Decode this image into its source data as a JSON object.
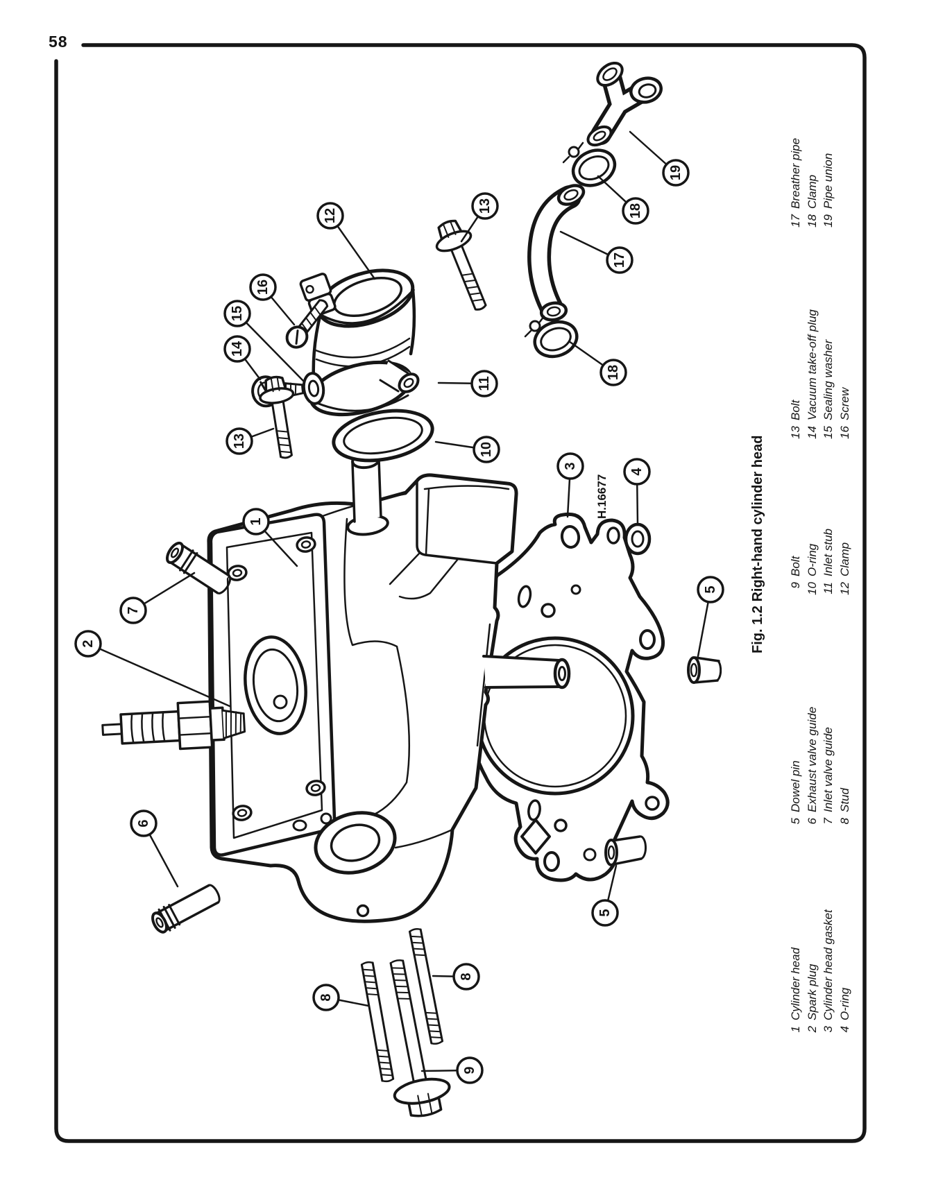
{
  "page": {
    "number": "58"
  },
  "figure": {
    "title": "Fig. 1.2 Right-hand cylinder head",
    "drawing_code": "H.16677",
    "ink_color": "#161616",
    "paper_color": "#ffffff"
  },
  "legend": {
    "groups": [
      {
        "items": [
          {
            "num": "1",
            "name": "Cylinder head"
          },
          {
            "num": "2",
            "name": "Spark plug"
          },
          {
            "num": "3",
            "name": "Cylinder head gasket"
          },
          {
            "num": "4",
            "name": "O-ring"
          }
        ]
      },
      {
        "items": [
          {
            "num": "5",
            "name": "Dowel pin"
          },
          {
            "num": "6",
            "name": "Exhaust valve guide"
          },
          {
            "num": "7",
            "name": "Inlet valve guide"
          },
          {
            "num": "8",
            "name": "Stud"
          }
        ]
      },
      {
        "items": [
          {
            "num": "9",
            "name": "Bolt"
          },
          {
            "num": "10",
            "name": "O-ring"
          },
          {
            "num": "11",
            "name": "Inlet stub"
          },
          {
            "num": "12",
            "name": "Clamp"
          }
        ]
      },
      {
        "items": [
          {
            "num": "13",
            "name": "Bolt"
          },
          {
            "num": "14",
            "name": "Vacuum take-off plug"
          },
          {
            "num": "15",
            "name": "Sealing washer"
          },
          {
            "num": "16",
            "name": "Screw"
          }
        ]
      },
      {
        "items": [
          {
            "num": "17",
            "name": "Breather pipe"
          },
          {
            "num": "18",
            "name": "Clamp"
          },
          {
            "num": "19",
            "name": "Pipe union"
          }
        ]
      }
    ]
  },
  "balloons": [
    {
      "label": "12"
    },
    {
      "label": "13"
    },
    {
      "label": "16"
    },
    {
      "label": "15"
    },
    {
      "label": "14"
    },
    {
      "label": "19"
    },
    {
      "label": "18"
    },
    {
      "label": "17"
    },
    {
      "label": "18"
    },
    {
      "label": "11"
    },
    {
      "label": "13"
    },
    {
      "label": "10"
    },
    {
      "label": "1"
    },
    {
      "label": "3"
    },
    {
      "label": "4"
    },
    {
      "label": "7"
    },
    {
      "label": "2"
    },
    {
      "label": "5"
    },
    {
      "label": "6"
    },
    {
      "label": "5"
    },
    {
      "label": "8"
    },
    {
      "label": "8"
    },
    {
      "label": "9"
    }
  ]
}
